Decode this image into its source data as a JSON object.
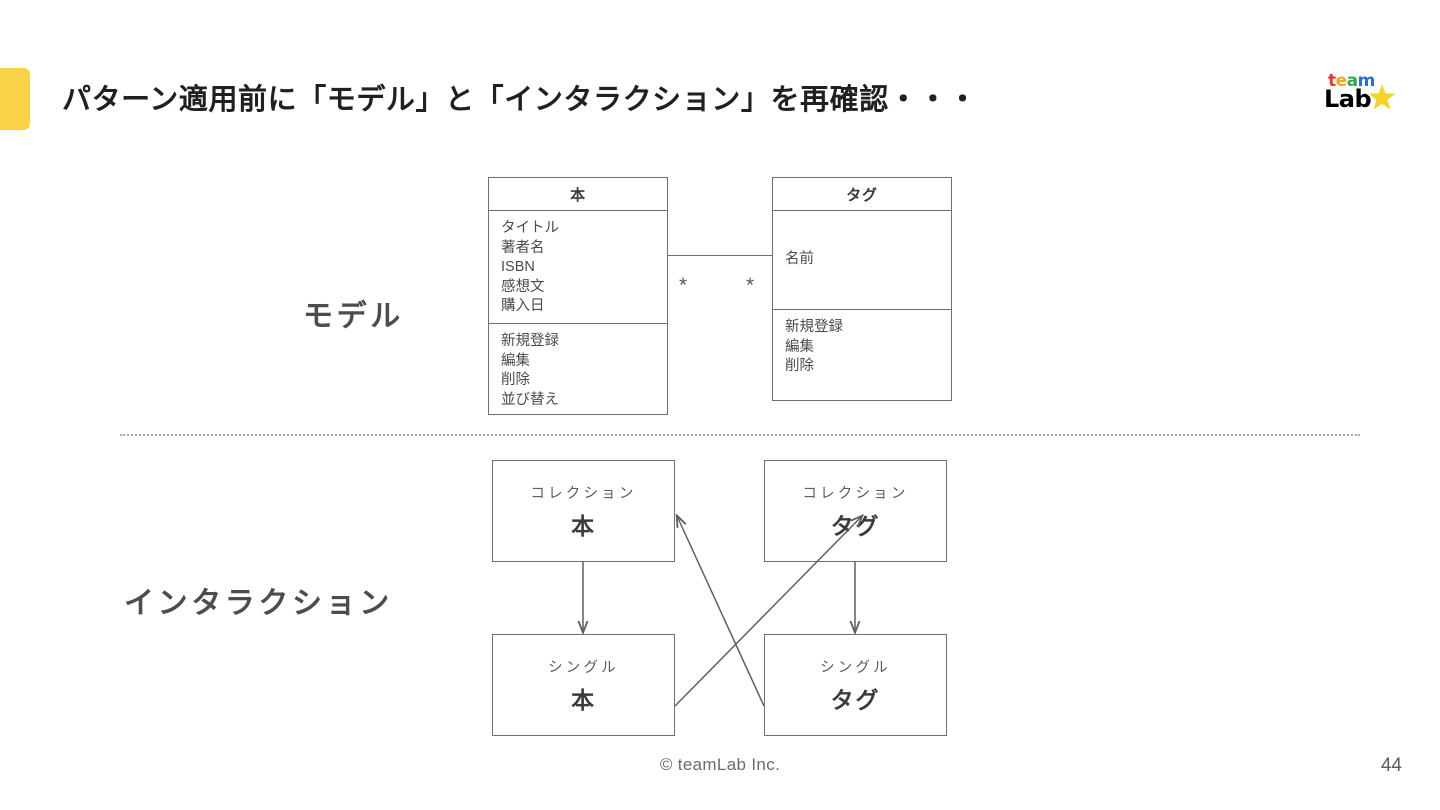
{
  "slide": {
    "title": "パターン適用前に「モデル」と「インタラクション」を再確認・・・",
    "accent_color": "#fad246",
    "page_number": "44",
    "copyright": "© teamLab Inc."
  },
  "logo": {
    "team_letters": [
      {
        "char": "t",
        "color": "#e8352b"
      },
      {
        "char": "e",
        "color": "#f5a623"
      },
      {
        "char": "a",
        "color": "#2fa84f"
      },
      {
        "char": "m",
        "color": "#2a6fc9"
      }
    ],
    "lab_text": "Lab",
    "lab_color": "#000000",
    "star_color": "#f5d429",
    "star_icon": "star-icon"
  },
  "sections": [
    {
      "key": "model",
      "label": "モデル"
    },
    {
      "key": "interaction",
      "label": "インタラクション"
    }
  ],
  "model": {
    "classes": [
      {
        "name": "本",
        "attributes": [
          "タイトル",
          "著者名",
          "ISBN",
          "感想文",
          "購入日"
        ],
        "operations": [
          "新規登録",
          "編集",
          "削除",
          "並び替え"
        ]
      },
      {
        "name": "タグ",
        "attributes": [
          "名前"
        ],
        "operations": [
          "新規登録",
          "編集",
          "削除"
        ]
      }
    ],
    "association": {
      "left_multiplicity": "*",
      "right_multiplicity": "*"
    }
  },
  "interaction": {
    "boxes": [
      {
        "key": "collection-book",
        "kind": "コレクション",
        "name": "本"
      },
      {
        "key": "collection-tag",
        "kind": "コレクション",
        "name": "タグ"
      },
      {
        "key": "single-book",
        "kind": "シングル",
        "name": "本"
      },
      {
        "key": "single-tag",
        "kind": "シングル",
        "name": "タグ"
      }
    ],
    "arrows": [
      {
        "from": "collection-book",
        "to": "single-book"
      },
      {
        "from": "collection-tag",
        "to": "single-tag"
      },
      {
        "from": "single-book",
        "to": "collection-tag"
      },
      {
        "from": "single-tag",
        "to": "collection-book"
      }
    ]
  }
}
